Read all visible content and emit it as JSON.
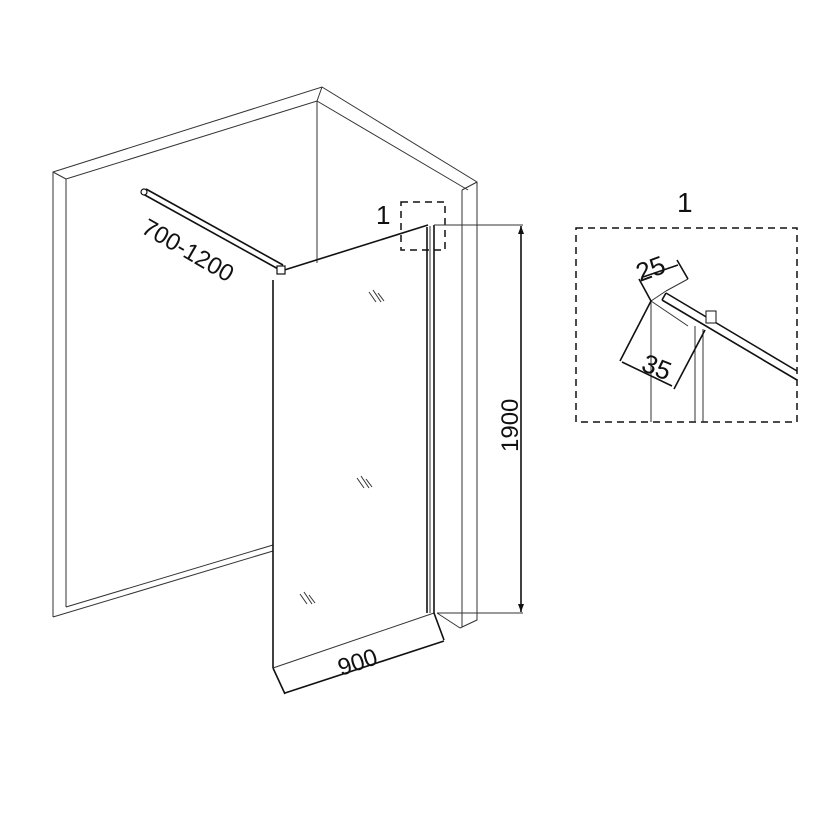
{
  "dimensions": {
    "bar_length": "700-1200",
    "height": "1900",
    "width": "900",
    "detail_top": "25",
    "detail_side": "35"
  },
  "detail": {
    "callout_label": "1",
    "title": "1"
  }
}
